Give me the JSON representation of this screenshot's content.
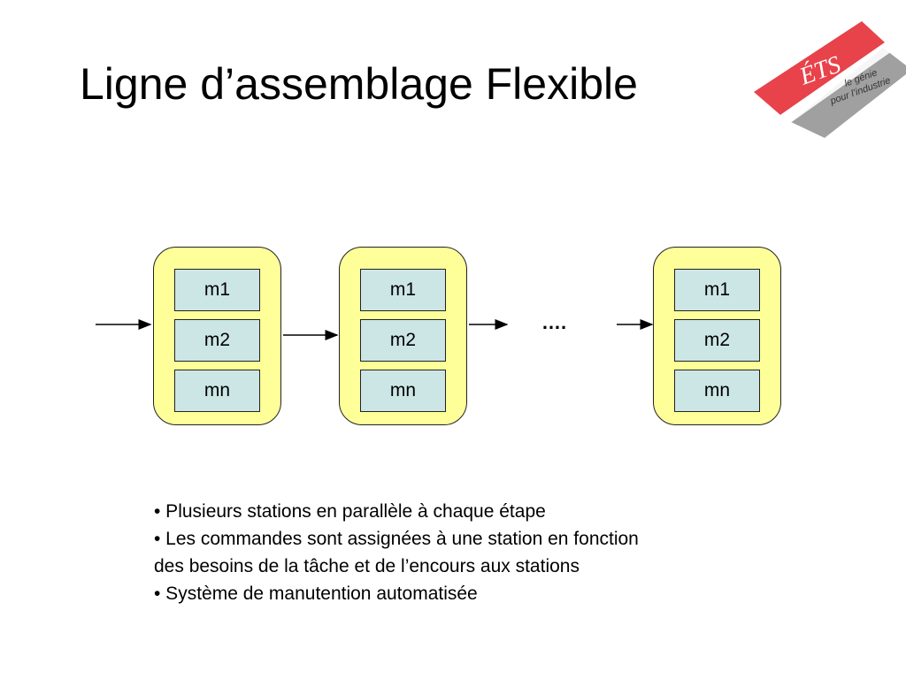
{
  "slide": {
    "title": "Ligne d’assemblage Flexible"
  },
  "logo": {
    "brand": "ÉTS",
    "tagline_line1": "le génie",
    "tagline_line2": "pour l’industrie",
    "colors": {
      "ribbon": "#e8424a",
      "shadow": "#9a9a9a"
    }
  },
  "diagram": {
    "stations": [
      {
        "machines": [
          "m1",
          "m2",
          "mn"
        ]
      },
      {
        "machines": [
          "m1",
          "m2",
          "mn"
        ]
      },
      {
        "machines": [
          "m1",
          "m2",
          "mn"
        ]
      }
    ],
    "ellipsis": "….",
    "colors": {
      "station_fill": "#ffff99",
      "machine_fill": "#cce6e6"
    }
  },
  "bullets": [
    "• Plusieurs stations en parallèle à chaque étape",
    "• Les commandes sont assignées à une station en fonction",
    "des besoins de la tâche et de l’encours aux stations",
    "• Système de manutention automatisée"
  ]
}
